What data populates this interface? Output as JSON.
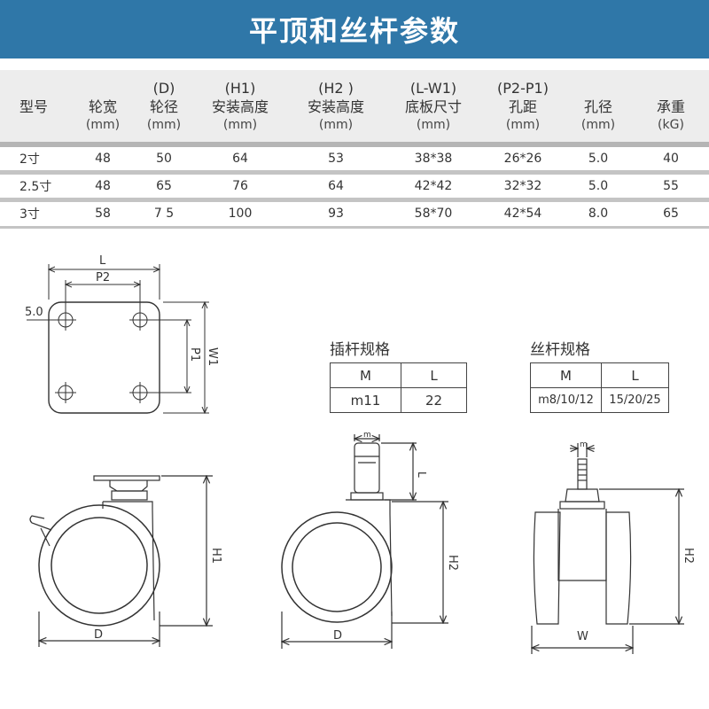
{
  "title": "平顶和丝杆参数",
  "table": {
    "headers": [
      {
        "top": "",
        "name": "型号",
        "unit": ""
      },
      {
        "top": "",
        "name": "轮宽",
        "unit": "(mm)"
      },
      {
        "top": "(D)",
        "name": "轮径",
        "unit": "(mm)"
      },
      {
        "top": "(H1)",
        "name": "安装高度",
        "unit": "(mm)"
      },
      {
        "top": "(H2 )",
        "name": "安装高度",
        "unit": "(mm)"
      },
      {
        "top": "(L-W1)",
        "name": "底板尺寸",
        "unit": "(mm)"
      },
      {
        "top": "(P2-P1)",
        "name": "孔距",
        "unit": "(mm)"
      },
      {
        "top": "",
        "name": "孔径",
        "unit": "(mm)"
      },
      {
        "top": "",
        "name": "承重",
        "unit": "(kG)"
      }
    ],
    "rows": [
      [
        "2寸",
        "48",
        "50",
        "64",
        "53",
        "38*38",
        "26*26",
        "5.0",
        "40"
      ],
      [
        "2.5寸",
        "48",
        "65",
        "76",
        "64",
        "42*42",
        "32*32",
        "5.0",
        "55"
      ],
      [
        "3寸",
        "58",
        "7 5",
        "100",
        "93",
        "58*70",
        "42*54",
        "8.0",
        "65"
      ]
    ]
  },
  "insert_spec": {
    "title": "插杆规格",
    "headers": [
      "M",
      "L"
    ],
    "values": [
      "m11",
      "22"
    ]
  },
  "thread_spec": {
    "title": "丝杆规格",
    "headers": [
      "M",
      "L"
    ],
    "values": [
      "m8/10/12",
      "15/20/25"
    ]
  },
  "labels": {
    "L": "L",
    "P2": "P2",
    "P1": "P1",
    "W1": "W1",
    "hole": "5.0",
    "H1": "H1",
    "H2a": "H2",
    "H2b": "H2",
    "Da": "D",
    "Db": "D",
    "W": "W",
    "m1": "m",
    "m2": "m",
    "L2": "L"
  }
}
